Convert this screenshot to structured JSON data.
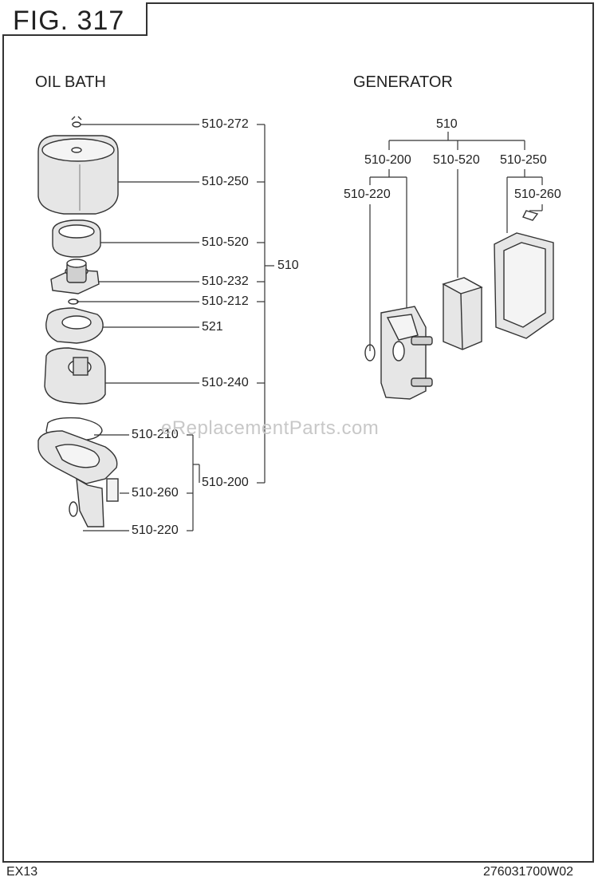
{
  "figure": {
    "title": "FIG. 317"
  },
  "sections": {
    "oil_bath": "OIL BATH",
    "generator": "GENERATOR"
  },
  "oil_bath_labels": {
    "p510_272": "510-272",
    "p510_250": "510-250",
    "p510_520": "510-520",
    "p510_232": "510-232",
    "p510_212": "510-212",
    "p521": "521",
    "p510_240": "510-240",
    "p510_210": "510-210",
    "p510_260": "510-260",
    "p510_220": "510-220",
    "p510_200": "510-200",
    "p510": "510"
  },
  "generator_labels": {
    "p510": "510",
    "p510_200": "510-200",
    "p510_520": "510-520",
    "p510_250": "510-250",
    "p510_220": "510-220",
    "p510_260": "510-260"
  },
  "watermark": "eReplacementParts.com",
  "footer": {
    "model": "EX13",
    "doc_number": "276031700W02"
  },
  "colors": {
    "line": "#333333",
    "part_fill": "#e6e6e6",
    "part_shade": "#b8b8b8"
  }
}
